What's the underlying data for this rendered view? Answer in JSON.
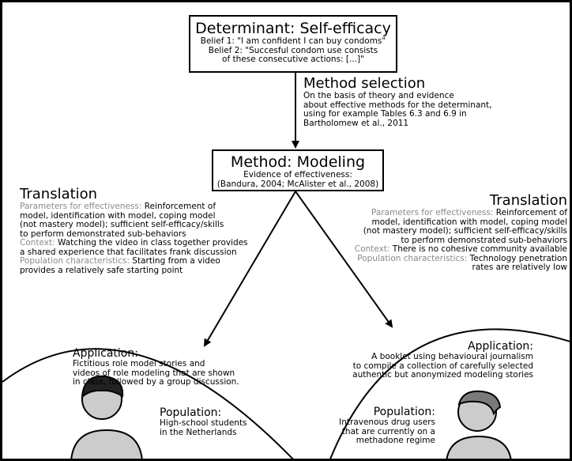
{
  "determinant": {
    "title": "Determinant: Self-efficacy",
    "beliefs": [
      "Belief 1: \"I am confident I can buy condoms\"",
      "Belief 2: \"Succesful condom use consists",
      "of these consecutive actions: [...]\""
    ]
  },
  "method_selection": {
    "title": "Method selection",
    "text": [
      "On the basis of theory and evidence",
      "about effective methods for the determinant,",
      "using for example Tables 6.3 and 6.9 in",
      "Bartholomew et al., 2011"
    ]
  },
  "method": {
    "title": "Method: Modeling",
    "evidence": [
      "Evidence of effectiveness:",
      "(Bandura, 2004; McAlister et al., 2008)"
    ]
  },
  "translation_left": {
    "title": "Translation",
    "lines": [
      {
        "label": "Parameters for effectiveness:",
        "text": "Reinforcement of"
      },
      {
        "label": "",
        "text": "model, identification with model, coping model"
      },
      {
        "label": "",
        "text": "(not mastery model); sufficient self-efficacy/skills"
      },
      {
        "label": "",
        "text": "to perform demonstrated sub-behaviors"
      },
      {
        "label": "Context:",
        "text": "Watching the video in class together provides"
      },
      {
        "label": "",
        "text": "a shared experience that facilitates frank discussion"
      },
      {
        "label": "Population characteristics:",
        "text": "Starting from a video"
      },
      {
        "label": "",
        "text": "provides a relatively safe starting point"
      }
    ]
  },
  "translation_right": {
    "title": "Translation",
    "lines": [
      {
        "label": "Parameters for effectiveness:",
        "text": "Reinforcement of"
      },
      {
        "label": "",
        "text": "model, identification with model, coping model"
      },
      {
        "label": "",
        "text": "(not mastery model); sufficient self-efficacy/skills"
      },
      {
        "label": "",
        "text": "to perform demonstrated sub-behaviors"
      },
      {
        "label": "Context:",
        "text": "There is no cohesive community available"
      },
      {
        "label": "Population characteristics:",
        "text": "Technology penetration"
      },
      {
        "label": "",
        "text": "rates are relatively low"
      }
    ]
  },
  "application_left": {
    "title": "Application:",
    "text": [
      "Fictitious role model stories and",
      "videos of role modeling that are shown",
      "in class, followed by a group discussion."
    ],
    "population_title": "Population:",
    "population": [
      "High-school students",
      "in the Netherlands"
    ]
  },
  "application_right": {
    "title": "Application:",
    "text": [
      "A booklet using behavioural journalism",
      "to compile a collection of carefully selected",
      "authentic but anonymized modeling stories"
    ],
    "population_title": "Population:",
    "population": [
      "Intravenous drug users",
      "that are currently on a",
      "methadone regime"
    ]
  },
  "icons": {
    "left_person": "student-avatar-icon",
    "right_person": "drug-user-avatar-icon"
  },
  "colors": {
    "frame": "#000000",
    "label_gray": "#8a8a8a",
    "face": "#cccccc",
    "hair_left": "#222222",
    "hair_right": "#7a7a7a"
  }
}
